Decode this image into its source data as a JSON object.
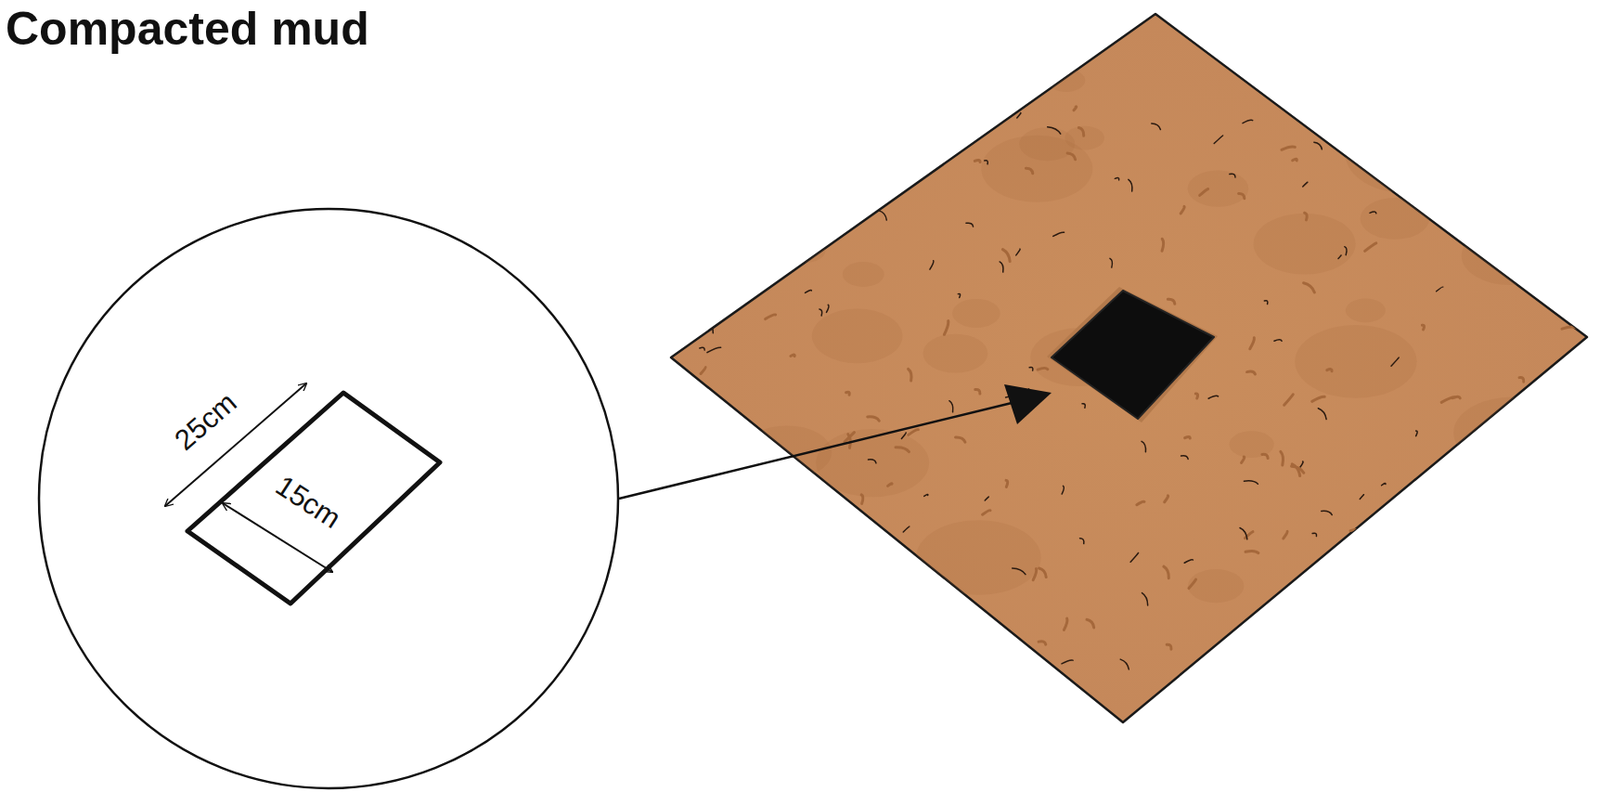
{
  "diagram": {
    "title": "Compacted mud",
    "labels": [
      "25cm",
      "15cm"
    ]
  }
}
